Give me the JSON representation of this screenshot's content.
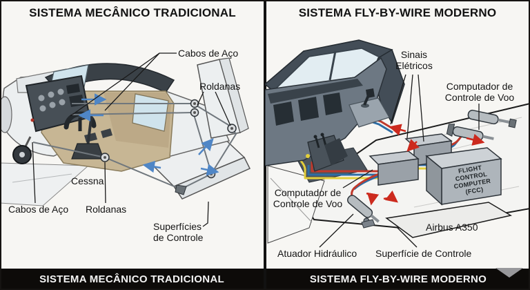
{
  "left_panel": {
    "title": "SISTEMA MECÂNICO TRADICIONAL",
    "footer": "SISTEMA MECÂNICO TRADICIONAL",
    "labels": {
      "steel_cables_top": "Cabos de Aço",
      "pulleys_top": "Roldanas",
      "aircraft_name": "Cessna",
      "steel_cables_bottom": "Cabos de Aço",
      "pulleys_bottom": "Roldanas",
      "control_surfaces_1": "Superfícies",
      "control_surfaces_2": "de Controle"
    }
  },
  "right_panel": {
    "title": "SISTEMA FLY-BY-WIRE MODERNO",
    "footer": "SISTEMA FLY-BY-WIRE MODERNO",
    "labels": {
      "electrical_signals_1": "Sinais",
      "electrical_signals_2": "Elétricos",
      "flight_computer_right_1": "Computador de",
      "flight_computer_right_2": "Controle de Voo",
      "flight_computer_left_1": "Computador de",
      "flight_computer_left_2": "Controle de Voo",
      "fcc_1": "FLIGHT",
      "fcc_2": "CONTROL",
      "fcc_3": "COMPUTER",
      "fcc_4": "(FCC)",
      "hydraulic_actuator": "Atuador Hidráulico",
      "aircraft_name": "Airbus A350",
      "control_surface": "Superfície de Controle"
    }
  },
  "colors": {
    "wire_red": "#c0392b",
    "wire_blue": "#2e6da4",
    "wire_yellow": "#e3cf3a",
    "arrow_blue": "#4f86c6",
    "arrow_red": "#cc2a1e",
    "cabin_tan": "#c7b694",
    "footer_bg": "#0d0b09"
  }
}
